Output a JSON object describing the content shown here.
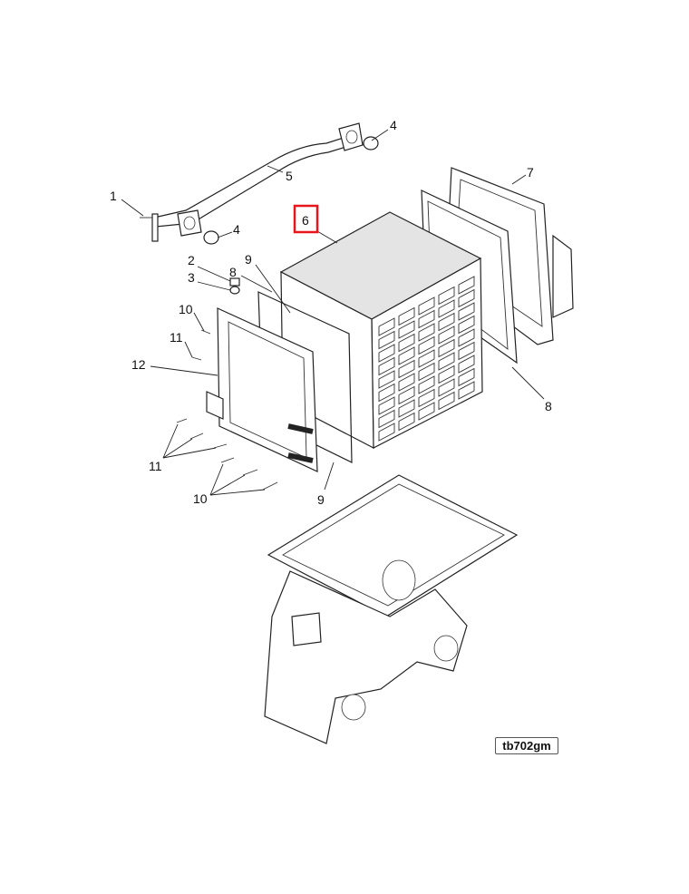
{
  "diagram": {
    "drawing_code": "tb702gm",
    "highlight_color": "#e8151b",
    "callouts": [
      {
        "id": "c1",
        "text": "1"
      },
      {
        "id": "c2",
        "text": "2"
      },
      {
        "id": "c3",
        "text": "3"
      },
      {
        "id": "c4a",
        "text": "4"
      },
      {
        "id": "c4b",
        "text": "4"
      },
      {
        "id": "c5",
        "text": "5"
      },
      {
        "id": "c6",
        "text": "6",
        "highlighted": true
      },
      {
        "id": "c7",
        "text": "7"
      },
      {
        "id": "c8a",
        "text": "8"
      },
      {
        "id": "c8b",
        "text": "8"
      },
      {
        "id": "c9a",
        "text": "9"
      },
      {
        "id": "c9b",
        "text": "9"
      },
      {
        "id": "c10a",
        "text": "10"
      },
      {
        "id": "c10b",
        "text": "10"
      },
      {
        "id": "c11a",
        "text": "11"
      },
      {
        "id": "c11b",
        "text": "11"
      },
      {
        "id": "c12",
        "text": "12"
      }
    ]
  }
}
